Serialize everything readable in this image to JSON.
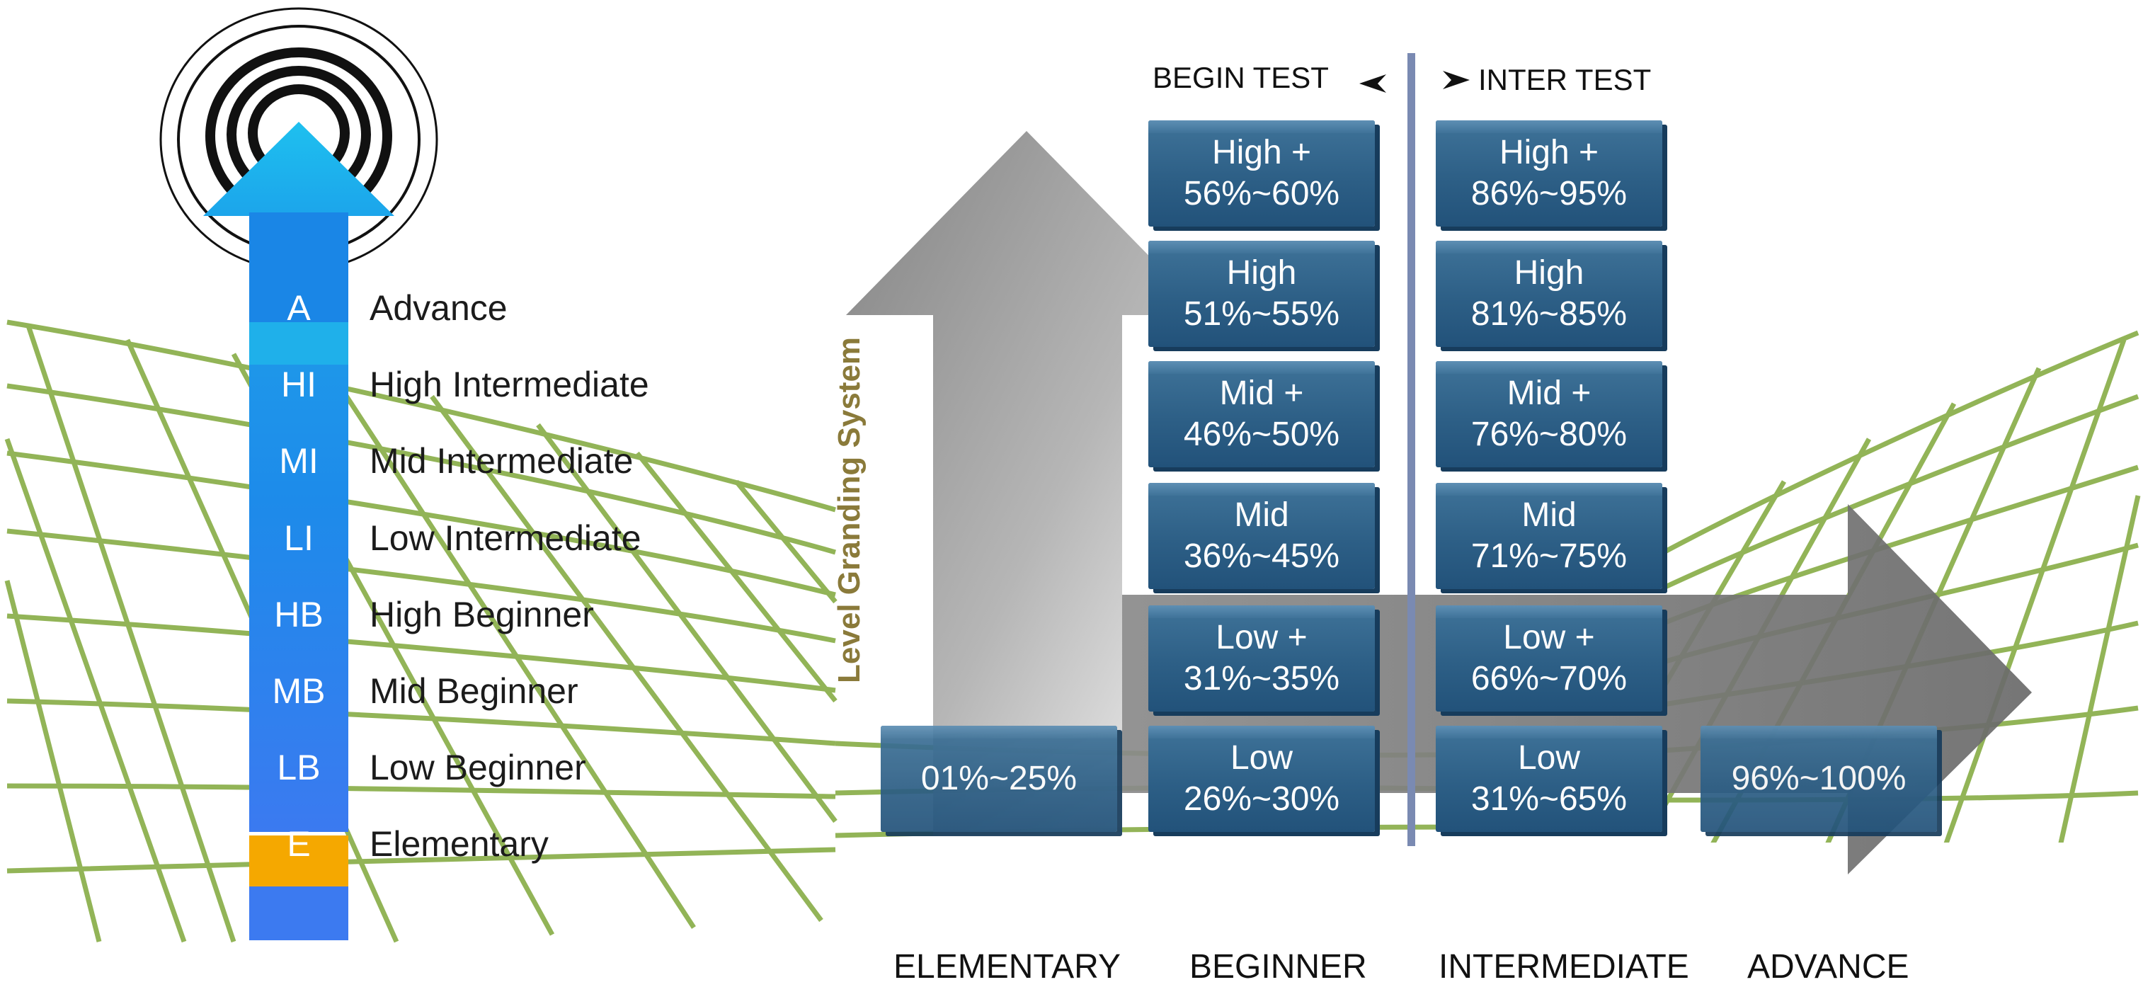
{
  "levels": [
    {
      "code": "A",
      "name": "Advance"
    },
    {
      "code": "HI",
      "name": "High Intermediate"
    },
    {
      "code": "MI",
      "name": "Mid Intermediate"
    },
    {
      "code": "LI",
      "name": "Low Intermediate"
    },
    {
      "code": "HB",
      "name": "High Beginner"
    },
    {
      "code": "MB",
      "name": "Mid Beginner"
    },
    {
      "code": "LB",
      "name": "Low Beginner"
    },
    {
      "code": "E",
      "name": "Elementary"
    }
  ],
  "colors": {
    "arrow_blue": "#1f7fe8",
    "arrow_light": "#29b4ea",
    "elementary_orange": "#f5a800",
    "box_blue": "#2d5f86",
    "grid_green": "#8db04f",
    "divider": "#7a8ab2",
    "grading_label": "#8a7a3a"
  },
  "side_label": "Level Granding System",
  "begin_test": {
    "label": "BEGIN TEST",
    "arrow": "left-arrow-icon"
  },
  "inter_test": {
    "label": "INTER TEST",
    "arrow": "right-arrow-icon"
  },
  "begin_column": [
    {
      "label": "High +",
      "range": "56%~60%"
    },
    {
      "label": "High",
      "range": "51%~55%"
    },
    {
      "label": "Mid +",
      "range": "46%~50%"
    },
    {
      "label": "Mid",
      "range": "36%~45%"
    },
    {
      "label": "Low +",
      "range": "31%~35%"
    },
    {
      "label": "Low",
      "range": "26%~30%"
    }
  ],
  "inter_column": [
    {
      "label": "High +",
      "range": "86%~95%"
    },
    {
      "label": "High",
      "range": "81%~85%"
    },
    {
      "label": "Mid +",
      "range": "76%~80%"
    },
    {
      "label": "Mid",
      "range": "71%~75%"
    },
    {
      "label": "Low +",
      "range": "66%~70%"
    },
    {
      "label": "Low",
      "range": "31%~65%"
    }
  ],
  "elementary_box": {
    "range": "01%~25%"
  },
  "advance_box": {
    "range": "96%~100%"
  },
  "categories": [
    "ELEMENTARY",
    "BEGINNER",
    "INTERMEDIATE",
    "ADVANCE"
  ]
}
